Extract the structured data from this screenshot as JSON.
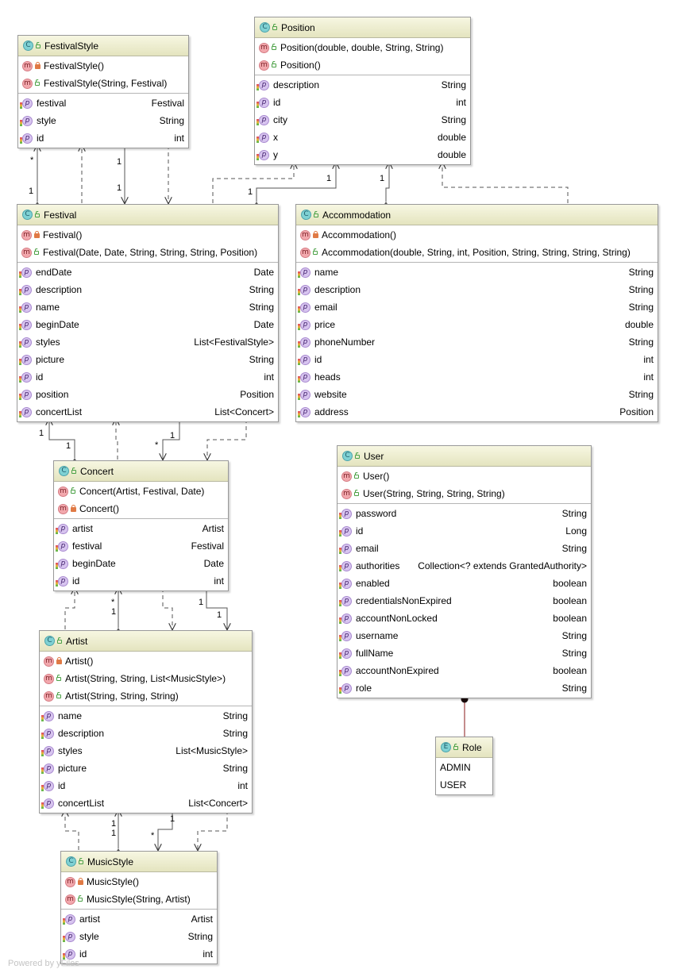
{
  "diagram": {
    "watermark": "Powered by yFiles",
    "classes": {
      "festivalstyle": {
        "name": "FestivalStyle",
        "kind": "C",
        "methods": [
          {
            "name": "FestivalStyle()",
            "vis": "private"
          },
          {
            "name": "FestivalStyle(String, Festival)",
            "vis": "public"
          }
        ],
        "fields": [
          {
            "name": "festival",
            "type": "Festival"
          },
          {
            "name": "style",
            "type": "String"
          },
          {
            "name": "id",
            "type": "int"
          }
        ]
      },
      "position": {
        "name": "Position",
        "kind": "C",
        "methods": [
          {
            "name": "Position(double, double, String, String)",
            "vis": "public"
          },
          {
            "name": "Position()",
            "vis": "public"
          }
        ],
        "fields": [
          {
            "name": "description",
            "type": "String"
          },
          {
            "name": "id",
            "type": "int"
          },
          {
            "name": "city",
            "type": "String"
          },
          {
            "name": "x",
            "type": "double"
          },
          {
            "name": "y",
            "type": "double"
          }
        ]
      },
      "festival": {
        "name": "Festival",
        "kind": "C",
        "methods": [
          {
            "name": "Festival()",
            "vis": "private"
          },
          {
            "name": "Festival(Date, Date, String, String, String, Position)",
            "vis": "public"
          }
        ],
        "fields": [
          {
            "name": "endDate",
            "type": "Date"
          },
          {
            "name": "description",
            "type": "String"
          },
          {
            "name": "name",
            "type": "String"
          },
          {
            "name": "beginDate",
            "type": "Date"
          },
          {
            "name": "styles",
            "type": "List<FestivalStyle>"
          },
          {
            "name": "picture",
            "type": "String"
          },
          {
            "name": "id",
            "type": "int"
          },
          {
            "name": "position",
            "type": "Position"
          },
          {
            "name": "concertList",
            "type": "List<Concert>"
          }
        ]
      },
      "accommodation": {
        "name": "Accommodation",
        "kind": "C",
        "methods": [
          {
            "name": "Accommodation()",
            "vis": "private"
          },
          {
            "name": "Accommodation(double, String, int, Position, String, String, String, String)",
            "vis": "public"
          }
        ],
        "fields": [
          {
            "name": "name",
            "type": "String"
          },
          {
            "name": "description",
            "type": "String"
          },
          {
            "name": "email",
            "type": "String"
          },
          {
            "name": "price",
            "type": "double"
          },
          {
            "name": "phoneNumber",
            "type": "String"
          },
          {
            "name": "id",
            "type": "int"
          },
          {
            "name": "heads",
            "type": "int"
          },
          {
            "name": "website",
            "type": "String"
          },
          {
            "name": "address",
            "type": "Position"
          }
        ]
      },
      "concert": {
        "name": "Concert",
        "kind": "C",
        "methods": [
          {
            "name": "Concert(Artist, Festival, Date)",
            "vis": "public"
          },
          {
            "name": "Concert()",
            "vis": "private"
          }
        ],
        "fields": [
          {
            "name": "artist",
            "type": "Artist"
          },
          {
            "name": "festival",
            "type": "Festival"
          },
          {
            "name": "beginDate",
            "type": "Date"
          },
          {
            "name": "id",
            "type": "int"
          }
        ]
      },
      "user": {
        "name": "User",
        "kind": "C",
        "methods": [
          {
            "name": "User()",
            "vis": "public"
          },
          {
            "name": "User(String, String, String, String)",
            "vis": "public"
          }
        ],
        "fields": [
          {
            "name": "password",
            "type": "String"
          },
          {
            "name": "id",
            "type": "Long"
          },
          {
            "name": "email",
            "type": "String"
          },
          {
            "name": "authorities",
            "type": "Collection<? extends GrantedAuthority>"
          },
          {
            "name": "enabled",
            "type": "boolean"
          },
          {
            "name": "credentialsNonExpired",
            "type": "boolean"
          },
          {
            "name": "accountNonLocked",
            "type": "boolean"
          },
          {
            "name": "username",
            "type": "String"
          },
          {
            "name": "fullName",
            "type": "String"
          },
          {
            "name": "accountNonExpired",
            "type": "boolean"
          },
          {
            "name": "role",
            "type": "String"
          }
        ]
      },
      "artist": {
        "name": "Artist",
        "kind": "C",
        "methods": [
          {
            "name": "Artist()",
            "vis": "private"
          },
          {
            "name": "Artist(String, String, List<MusicStyle>)",
            "vis": "public"
          },
          {
            "name": "Artist(String, String, String)",
            "vis": "public"
          }
        ],
        "fields": [
          {
            "name": "name",
            "type": "String"
          },
          {
            "name": "description",
            "type": "String"
          },
          {
            "name": "styles",
            "type": "List<MusicStyle>"
          },
          {
            "name": "picture",
            "type": "String"
          },
          {
            "name": "id",
            "type": "int"
          },
          {
            "name": "concertList",
            "type": "List<Concert>"
          }
        ]
      },
      "role": {
        "name": "Role",
        "kind": "E",
        "constants": [
          "ADMIN",
          "USER"
        ]
      },
      "musicstyle": {
        "name": "MusicStyle",
        "kind": "C",
        "methods": [
          {
            "name": "MusicStyle()",
            "vis": "private"
          },
          {
            "name": "MusicStyle(String, Artist)",
            "vis": "public"
          }
        ],
        "fields": [
          {
            "name": "artist",
            "type": "Artist"
          },
          {
            "name": "style",
            "type": "String"
          },
          {
            "name": "id",
            "type": "int"
          }
        ]
      }
    },
    "labels": {
      "fs_star": "*",
      "fs_1a": "1",
      "fs_1b": "1",
      "fs_1c": "1",
      "pos_1a": "1",
      "pos_1b": "1",
      "pos_1c": "1",
      "fc_1a": "1",
      "fc_1b": "1",
      "fc_star": "*",
      "fc_1c": "1",
      "ca_star": "*",
      "ca_1a": "1",
      "ca_1b": "1",
      "ca_1c": "1",
      "am_1a": "1",
      "am_1b": "1",
      "am_1c": "1",
      "am_star": "*"
    }
  }
}
